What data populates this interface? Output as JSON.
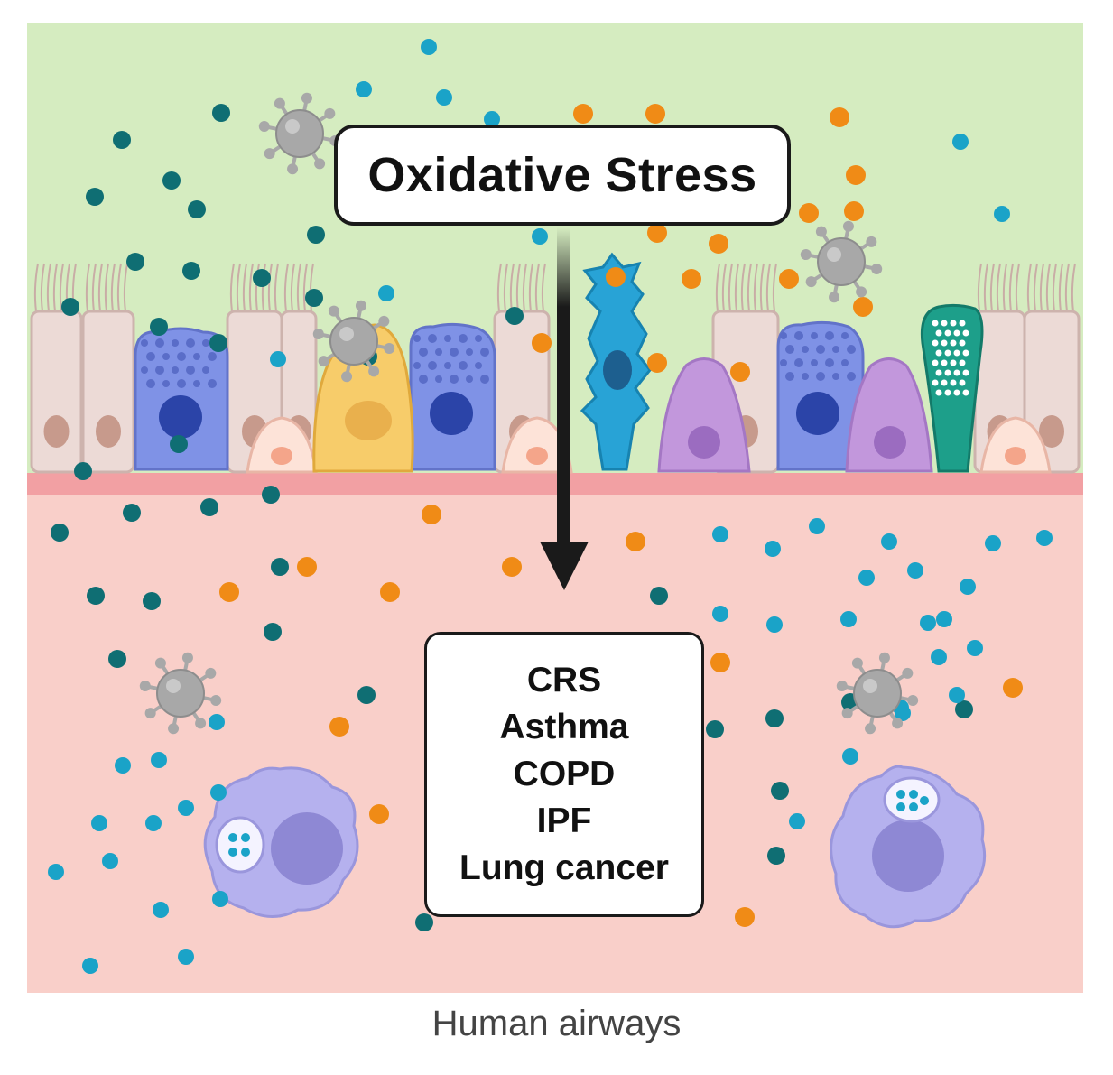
{
  "figure": {
    "title": "Oxidative Stress",
    "diseases": [
      "CRS",
      "Asthma",
      "COPD",
      "IPF",
      "Lung cancer"
    ],
    "caption": "Human airways"
  },
  "colors": {
    "lumen": "#d5ecc0",
    "tissue": "#f9cfc9",
    "basement_membrane": "#f2a0a3",
    "particle_dark_teal": "#0f6e73",
    "particle_light_blue": "#1aa3c8",
    "particle_orange": "#f08b16",
    "virus": "#a8a8a8",
    "goblet_cell": "#7f92e6",
    "club_cell": "#f7cc6a",
    "neuroendocrine_cell": "#28a3d6",
    "brush_cell": "#c297dc",
    "ionocyte": "#1d9f8a",
    "macrophage": "#b5b1ee",
    "ciliated_cell": "#ecdad6"
  },
  "icons": [
    "virus-icon",
    "oxidant-particle-icon",
    "goblet-cell-icon",
    "club-cell-icon",
    "neuroendocrine-cell-icon",
    "brush-cell-icon",
    "ionocyte-icon",
    "macrophage-icon",
    "ciliated-cell-icon",
    "basal-cell-icon",
    "arrow-down-icon"
  ]
}
